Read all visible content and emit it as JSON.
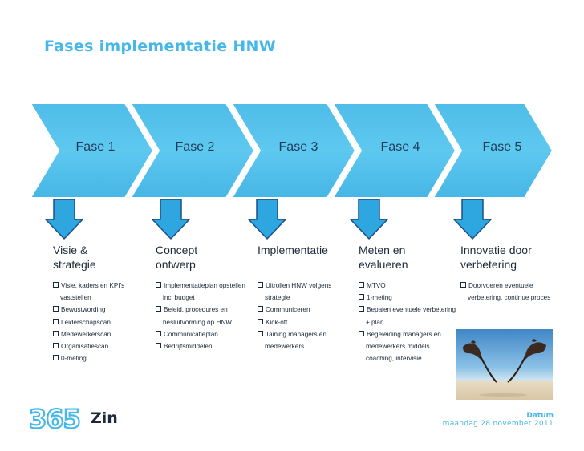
{
  "slide": {
    "title": "Fases implementatie HNW",
    "phases": [
      {
        "label": "Fase 1"
      },
      {
        "label": "Fase 2"
      },
      {
        "label": "Fase 3"
      },
      {
        "label": "Fase 4"
      },
      {
        "label": "Fase 5"
      }
    ],
    "columns": [
      {
        "title_line1": "Visie &",
        "title_line2": "strategie",
        "items": [
          "Visie, kaders en KPI's vaststellen",
          "Bewustwording",
          "Leiderschapscan",
          "Medewerkerscan",
          "Organisatiescan",
          "0-meting"
        ]
      },
      {
        "title_line1": "Concept",
        "title_line2": "ontwerp",
        "items": [
          "Implementatieplan opstellen incl budget",
          "Beleid, procedures en besluitvorming op HNW",
          "Communicatieplan",
          "Bedrijfsmiddelen"
        ]
      },
      {
        "title_line1": "Implementatie",
        "title_line2": "",
        "items": [
          "Uitrollen HNW volgens strategie",
          "Communiceren",
          "Kick-off",
          "Taining managers en medewerkers"
        ]
      },
      {
        "title_line1": "Meten en",
        "title_line2": "evalueren",
        "items": [
          "MTVO",
          "1-meting",
          "Bepalen eventuele verbetering + plan",
          "Begeleiding managers en medewerkers middels coaching, intervisie."
        ]
      },
      {
        "title_line1": "Innovatie door",
        "title_line2": "verbetering",
        "items": [
          "Doorvoeren eventuele verbetering, continue proces"
        ]
      }
    ],
    "footer": {
      "logo_digits": "365",
      "logo_word": "Zin",
      "date_label": "Datum",
      "date_value": "maandag 28 november 2011"
    },
    "colors": {
      "accent": "#45b8e8",
      "chevron_fill": "#55c3ec",
      "chevron_outline": "#ffffff",
      "arrow_fill": "#2ea6e0",
      "arrow_stroke": "#1c4f8a",
      "text_dark": "#1a2a3a"
    }
  }
}
